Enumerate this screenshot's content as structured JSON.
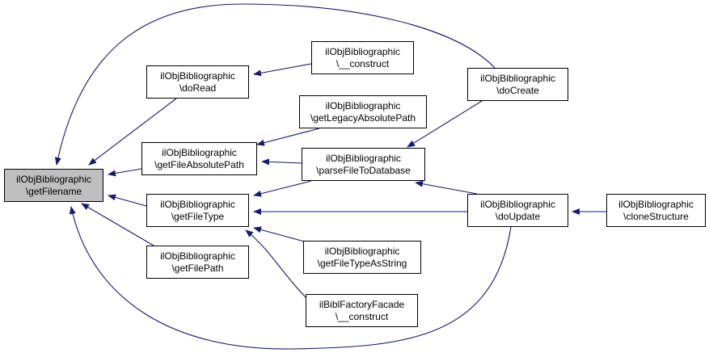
{
  "nodes": {
    "getFilename": {
      "line1": "ilObjBibliographic",
      "line2": "\\getFilename"
    },
    "doRead": {
      "line1": "ilObjBibliographic",
      "line2": "\\doRead"
    },
    "construct": {
      "line1": "ilObjBibliographic",
      "line2": "\\__construct"
    },
    "doCreate": {
      "line1": "ilObjBibliographic",
      "line2": "\\doCreate"
    },
    "getLegacyAbsolutePath": {
      "line1": "ilObjBibliographic",
      "line2": "\\getLegacyAbsolutePath"
    },
    "getFileAbsolutePath": {
      "line1": "ilObjBibliographic",
      "line2": "\\getFileAbsolutePath"
    },
    "parseFileToDatabase": {
      "line1": "ilObjBibliographic",
      "line2": "\\parseFileToDatabase"
    },
    "getFileType": {
      "line1": "ilObjBibliographic",
      "line2": "\\getFileType"
    },
    "doUpdate": {
      "line1": "ilObjBibliographic",
      "line2": "\\doUpdate"
    },
    "cloneStructure": {
      "line1": "ilObjBibliographic",
      "line2": "\\cloneStructure"
    },
    "getFilePath": {
      "line1": "ilObjBibliographic",
      "line2": "\\getFilePath"
    },
    "getFileTypeAsString": {
      "line1": "ilObjBibliographic",
      "line2": "\\getFileTypeAsString"
    },
    "factoryConstruct": {
      "line1": "ilBiblFactoryFacade",
      "line2": "\\__construct"
    }
  },
  "edges": [
    {
      "from": "doRead",
      "to": "getFilename"
    },
    {
      "from": "getFileAbsolutePath",
      "to": "getFilename"
    },
    {
      "from": "getFileType",
      "to": "getFilename"
    },
    {
      "from": "getFilePath",
      "to": "getFilename"
    },
    {
      "from": "doCreate",
      "to": "getFilename"
    },
    {
      "from": "doUpdate",
      "to": "getFilename"
    },
    {
      "from": "construct",
      "to": "doRead"
    },
    {
      "from": "getLegacyAbsolutePath",
      "to": "getFileAbsolutePath"
    },
    {
      "from": "parseFileToDatabase",
      "to": "getFileAbsolutePath"
    },
    {
      "from": "parseFileToDatabase",
      "to": "getFileType"
    },
    {
      "from": "doUpdate",
      "to": "getFileType"
    },
    {
      "from": "getFileTypeAsString",
      "to": "getFileType"
    },
    {
      "from": "factoryConstruct",
      "to": "getFileType"
    },
    {
      "from": "doCreate",
      "to": "parseFileToDatabase"
    },
    {
      "from": "doUpdate",
      "to": "parseFileToDatabase"
    },
    {
      "from": "cloneStructure",
      "to": "doUpdate"
    }
  ],
  "colors": {
    "root_fill": "#bfbfbf",
    "edge": "#191970"
  }
}
